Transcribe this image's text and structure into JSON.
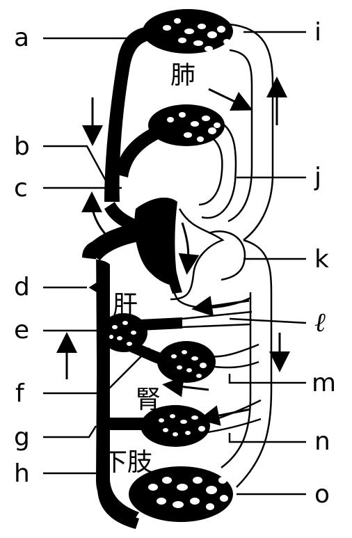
{
  "labels": {
    "a": "a",
    "b": "b",
    "c": "c",
    "d": "d",
    "e": "e",
    "f": "f",
    "g": "g",
    "h": "h",
    "i": "i",
    "j": "j",
    "k": "k",
    "l": "ℓ",
    "m": "m",
    "n": "n",
    "o": "o"
  },
  "organs": {
    "lung": "肺",
    "liver": "肝",
    "kidney": "腎",
    "lower_limb": "下肢"
  }
}
